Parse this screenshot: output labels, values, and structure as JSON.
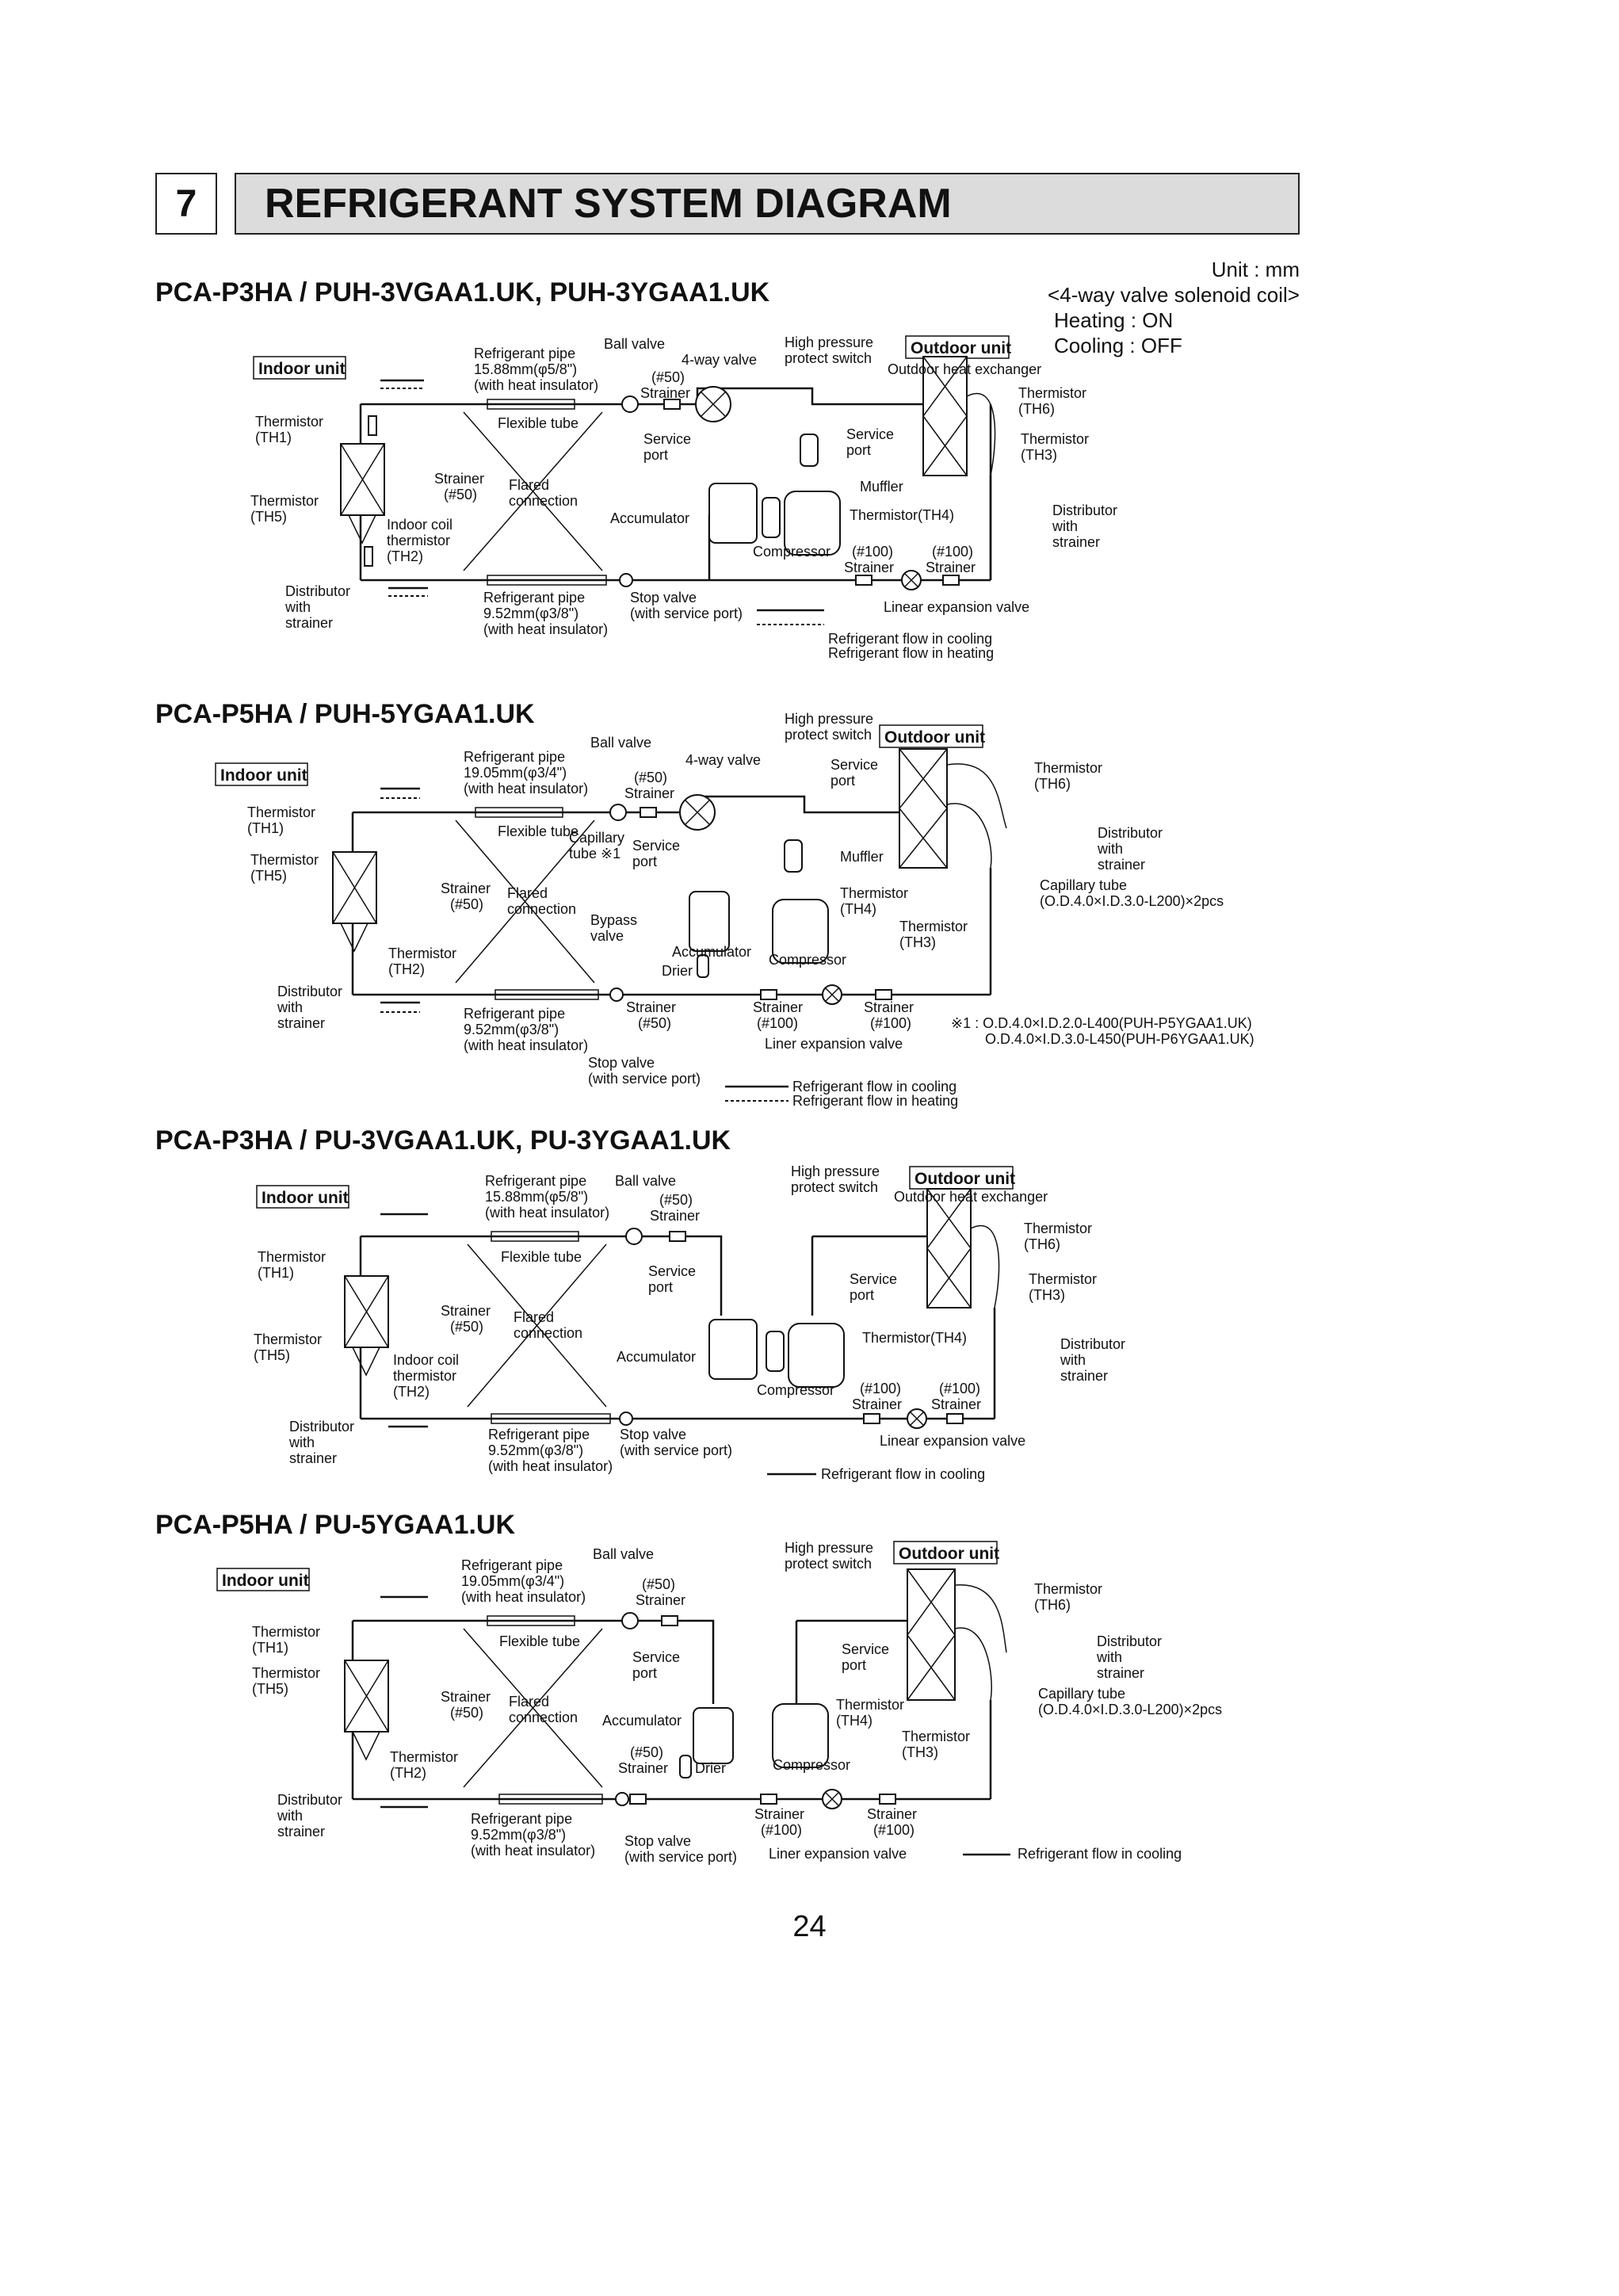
{
  "header": {
    "section_number": "7",
    "title": "REFRIGERANT SYSTEM DIAGRAM"
  },
  "unit_note": {
    "unit": "Unit : mm",
    "coil_title": "<4-way valve solenoid coil>",
    "heating": "Heating : ON",
    "cooling": "Cooling : OFF"
  },
  "page_number": "24",
  "diagrams": [
    {
      "title": "PCA-P3HA / PUH-3VGAA1.UK, PUH-3YGAA1.UK",
      "labels": {
        "indoor_unit": "Indoor unit",
        "outdoor_unit": "Outdoor unit",
        "ref_pipe_top": [
          "Refrigerant pipe",
          "15.88mm(φ5/8\")",
          "(with heat insulator)"
        ],
        "ball_valve": "Ball valve",
        "four_way_valve": "4-way valve",
        "high_pressure": [
          "High pressure",
          "protect switch"
        ],
        "outdoor_hex": "Outdoor heat exchanger",
        "strainer_50_top": [
          "(#50)",
          "Strainer"
        ],
        "flexible_tube": "Flexible tube",
        "thermistor_th1": [
          "Thermistor",
          "(TH1)"
        ],
        "thermistor_th5": [
          "Thermistor",
          "(TH5)"
        ],
        "thermistor_th6": [
          "Thermistor",
          "(TH6)"
        ],
        "thermistor_th3": [
          "Thermistor",
          "(TH3)"
        ],
        "service_port_a": [
          "Service",
          "port"
        ],
        "service_port_b": [
          "Service",
          "port"
        ],
        "strainer_50_left": [
          "Strainer",
          "(#50)"
        ],
        "flared": [
          "Flared",
          "connection"
        ],
        "muffler": "Muffler",
        "indoor_coil": [
          "Indoor coil",
          "thermistor",
          "(TH2)"
        ],
        "accumulator": "Accumulator",
        "th4": "Thermistor(TH4)",
        "distributor_out": [
          "Distributor",
          "with",
          "strainer"
        ],
        "compressor": "Compressor",
        "strainer100_a": [
          "(#100)",
          "Strainer"
        ],
        "strainer100_b": [
          "(#100)",
          "Strainer"
        ],
        "distributor_in": [
          "Distributor",
          "with",
          "strainer"
        ],
        "ref_pipe_bottom": [
          "Refrigerant pipe",
          "9.52mm(φ3/8\")",
          "(with heat insulator)"
        ],
        "stop_valve": [
          "Stop valve",
          "(with service port)"
        ],
        "lev": "Linear expansion valve",
        "flow_cooling": "Refrigerant flow in cooling",
        "flow_heating": "Refrigerant flow in heating"
      }
    },
    {
      "title": "PCA-P5HA / PUH-5YGAA1.UK",
      "labels": {
        "indoor_unit": "Indoor unit",
        "outdoor_unit": "Outdoor unit",
        "high_pressure": [
          "High pressure",
          "protect switch"
        ],
        "ball_valve": "Ball valve",
        "ref_pipe_top": [
          "Refrigerant pipe",
          "19.05mm(φ3/4\")",
          "(with heat insulator)"
        ],
        "strainer_50_top": [
          "(#50)",
          "Strainer"
        ],
        "four_way_valve": "4-way valve",
        "service_port_a": [
          "Service",
          "port"
        ],
        "thermistor_th6": [
          "Thermistor",
          "(TH6)"
        ],
        "thermistor_th1": [
          "Thermistor",
          "(TH1)"
        ],
        "flexible_tube": "Flexible tube",
        "distributor_out": [
          "Distributor",
          "with",
          "strainer"
        ],
        "thermistor_th5": [
          "Thermistor",
          "(TH5)"
        ],
        "service_port_b": [
          "Service",
          "port"
        ],
        "muffler": "Muffler",
        "capillary1": [
          "Capillary",
          "tube ※1"
        ],
        "capillary2": [
          "Capillary tube",
          "(O.D.4.0×I.D.3.0-L200)×2pcs"
        ],
        "strainer_50_left": [
          "Strainer",
          "(#50)"
        ],
        "flared": [
          "Flared",
          "connection"
        ],
        "th4": [
          "Thermistor",
          "(TH4)"
        ],
        "bypass": [
          "Bypass",
          "valve"
        ],
        "thermistor_th3": [
          "Thermistor",
          "(TH3)"
        ],
        "accumulator": "Accumulator",
        "thermistor_th2": [
          "Thermistor",
          "(TH2)"
        ],
        "compressor": "Compressor",
        "drier": "Drier",
        "distributor_in": [
          "Distributor",
          "with",
          "strainer"
        ],
        "ref_pipe_bottom": [
          "Refrigerant pipe",
          "9.52mm(φ3/8\")",
          "(with heat insulator)"
        ],
        "strainer_50_bottom": [
          "Strainer",
          "(#50)"
        ],
        "strainer100_a": [
          "Strainer",
          "(#100)"
        ],
        "strainer100_b": [
          "Strainer",
          "(#100)"
        ],
        "note1": [
          "※1 : O.D.4.0×I.D.2.0-L400(PUH-P5YGAA1.UK)",
          "O.D.4.0×I.D.3.0-L450(PUH-P6YGAA1.UK)"
        ],
        "lev": "Liner expansion valve",
        "stop_valve": [
          "Stop valve",
          "(with service port)"
        ],
        "flow_cooling": "Refrigerant flow in cooling",
        "flow_heating": "Refrigerant flow in heating"
      }
    },
    {
      "title": "PCA-P3HA / PU-3VGAA1.UK, PU-3YGAA1.UK",
      "labels": {
        "indoor_unit": "Indoor unit",
        "outdoor_unit": "Outdoor unit",
        "ref_pipe_top": [
          "Refrigerant pipe",
          "15.88mm(φ5/8\")",
          "(with heat insulator)"
        ],
        "ball_valve": "Ball valve",
        "strainer_50_top": [
          "(#50)",
          "Strainer"
        ],
        "high_pressure": [
          "High pressure",
          "protect switch"
        ],
        "outdoor_hex": "Outdoor heat exchanger",
        "thermistor_th6": [
          "Thermistor",
          "(TH6)"
        ],
        "thermistor_th1": [
          "Thermistor",
          "(TH1)"
        ],
        "flexible_tube": "Flexible tube",
        "service_port_a": [
          "Service",
          "port"
        ],
        "service_port_b": [
          "Service",
          "port"
        ],
        "thermistor_th3": [
          "Thermistor",
          "(TH3)"
        ],
        "strainer_50_left": [
          "Strainer",
          "(#50)"
        ],
        "flared": [
          "Flared",
          "connection"
        ],
        "th4": "Thermistor(TH4)",
        "thermistor_th5": [
          "Thermistor",
          "(TH5)"
        ],
        "indoor_coil": [
          "Indoor coil",
          "thermistor",
          "(TH2)"
        ],
        "accumulator": "Accumulator",
        "distributor_out": [
          "Distributor",
          "with",
          "strainer"
        ],
        "compressor": "Compressor",
        "strainer100_a": [
          "(#100)",
          "Strainer"
        ],
        "strainer100_b": [
          "(#100)",
          "Strainer"
        ],
        "distributor_in": [
          "Distributor",
          "with",
          "strainer"
        ],
        "ref_pipe_bottom": [
          "Refrigerant pipe",
          "9.52mm(φ3/8\")",
          "(with heat insulator)"
        ],
        "stop_valve": [
          "Stop valve",
          "(with service port)"
        ],
        "lev": "Linear expansion valve",
        "flow_cooling": "Refrigerant flow in cooling"
      }
    },
    {
      "title": "PCA-P5HA / PU-5YGAA1.UK",
      "labels": {
        "indoor_unit": "Indoor unit",
        "outdoor_unit": "Outdoor unit",
        "high_pressure": [
          "High pressure",
          "protect switch"
        ],
        "ball_valve": "Ball valve",
        "ref_pipe_top": [
          "Refrigerant pipe",
          "19.05mm(φ3/4\")",
          "(with heat insulator)"
        ],
        "strainer_50_top": [
          "(#50)",
          "Strainer"
        ],
        "thermistor_th6": [
          "Thermistor",
          "(TH6)"
        ],
        "thermistor_th1": [
          "Thermistor",
          "(TH1)"
        ],
        "flexible_tube": "Flexible tube",
        "distributor_out": [
          "Distributor",
          "with",
          "strainer"
        ],
        "service_port_a": [
          "Service",
          "port"
        ],
        "service_port_b": [
          "Service",
          "port"
        ],
        "thermistor_th5": [
          "Thermistor",
          "(TH5)"
        ],
        "capillary2": [
          "Capillary tube",
          "(O.D.4.0×I.D.3.0-L200)×2pcs"
        ],
        "strainer_50_left": [
          "Strainer",
          "(#50)"
        ],
        "flared": [
          "Flared",
          "connection"
        ],
        "accumulator": "Accumulator",
        "th4": [
          "Thermistor",
          "(TH4)"
        ],
        "thermistor_th3": [
          "Thermistor",
          "(TH3)"
        ],
        "thermistor_th2": [
          "Thermistor",
          "(TH2)"
        ],
        "strainer_50_bottom": [
          "(#50)",
          "Strainer"
        ],
        "drier": "Drier",
        "compressor": "Compressor",
        "distributor_in": [
          "Distributor",
          "with",
          "strainer"
        ],
        "strainer100_a": [
          "Strainer",
          "(#100)"
        ],
        "strainer100_b": [
          "Strainer",
          "(#100)"
        ],
        "ref_pipe_bottom": [
          "Refrigerant pipe",
          "9.52mm(φ3/8\")",
          "(with heat insulator)"
        ],
        "stop_valve": [
          "Stop valve",
          "(with service port)"
        ],
        "lev": "Liner expansion valve",
        "flow_cooling": "Refrigerant flow in cooling"
      }
    }
  ]
}
